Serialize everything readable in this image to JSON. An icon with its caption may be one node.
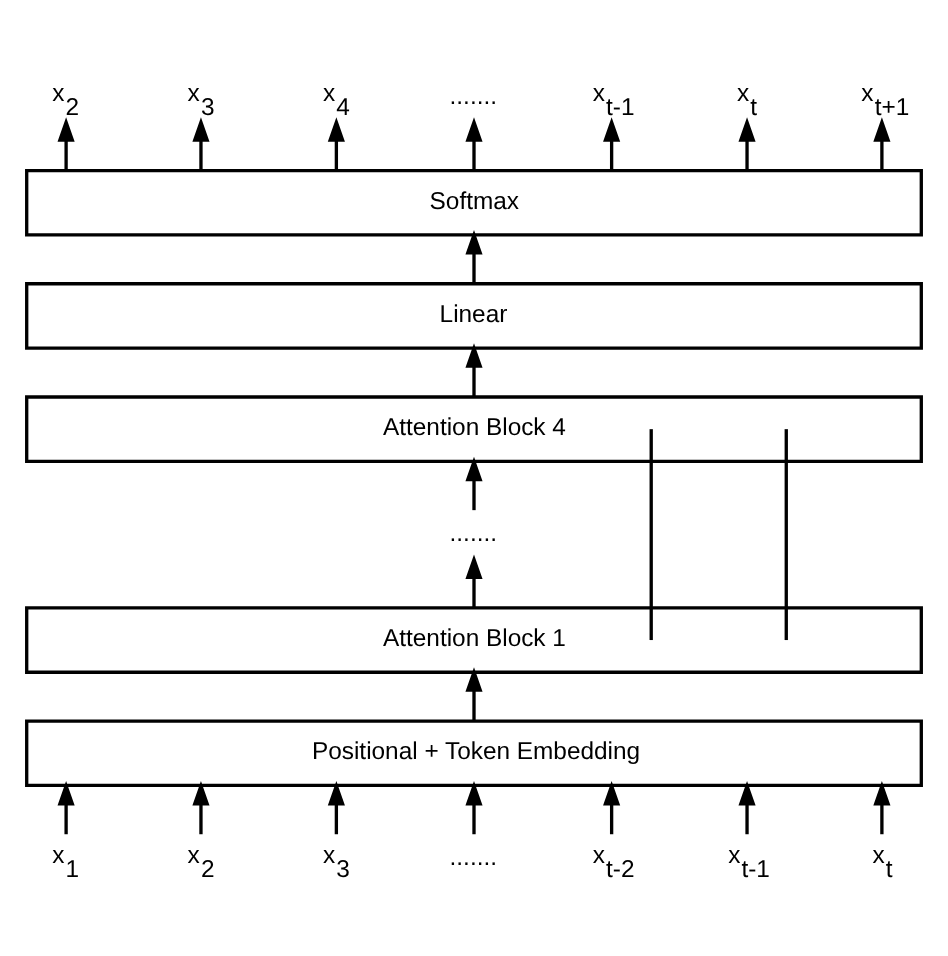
{
  "diagram": {
    "nodes": [
      {
        "text": [
          "x$_{2}$"
        ]
      },
      {
        "text": [
          "x$_{3}$"
        ]
      },
      {
        "text": [
          "x$_{4}$"
        ]
      },
      {
        "text": [
          "......."
        ]
      },
      {
        "text": [
          "x$_{t-1}$"
        ]
      },
      {
        "text": [
          "x$_{t}$"
        ]
      },
      {
        "text": [
          "x$_{t+1}$"
        ]
      },
      {
        "text": [
          "Softmax"
        ]
      },
      {
        "text": [
          "Linear"
        ]
      },
      {
        "text": [
          "Attention Block 4"
        ]
      },
      {
        "text": [
          "......."
        ]
      },
      {
        "text": [
          "Attention Block 1"
        ]
      },
      {
        "text": [
          "Positional + Token Embedding"
        ]
      },
      {
        "text": [
          "x$_{1}$"
        ]
      },
      {
        "text": [
          "x$_{2}$"
        ]
      },
      {
        "text": [
          "x$_{3}$"
        ]
      },
      {
        "text": [
          "......."
        ]
      },
      {
        "text": [
          "x$_{t-2}$"
        ]
      },
      {
        "text": [
          "x$_{t-1}$"
        ]
      },
      {
        "text": [
          "x$_{t}$"
        ]
      }
    ],
    "edges": [
      {
        "from": 7,
        "to": 0,
        "arrow": "to"
      },
      {
        "from": 7,
        "to": 1,
        "arrow": "to"
      },
      {
        "from": 7,
        "to": 2,
        "arrow": "to"
      },
      {
        "from": 7,
        "to": 3,
        "arrow": "to"
      },
      {
        "from": 7,
        "to": 4,
        "arrow": "to"
      },
      {
        "from": 7,
        "to": 5,
        "arrow": "to"
      },
      {
        "from": 7,
        "to": 6,
        "arrow": "to"
      },
      {
        "from": 8,
        "to": 7,
        "arrow": "to"
      },
      {
        "from": 9,
        "to": 8,
        "arrow": "to"
      },
      {
        "from": 10,
        "to": 9,
        "arrow": "to"
      },
      {
        "from": 11,
        "to": 10,
        "arrow": "to"
      },
      {
        "from": 12,
        "to": 11,
        "arrow": "to"
      },
      {
        "from": 13,
        "to": 12,
        "arrow": "to"
      },
      {
        "from": 14,
        "to": 12,
        "arrow": "to"
      },
      {
        "from": 15,
        "to": 12,
        "arrow": "to"
      },
      {
        "from": 16,
        "to": 12,
        "arrow": "to"
      },
      {
        "from": 17,
        "to": 12,
        "arrow": "to"
      },
      {
        "from": 18,
        "to": 12,
        "arrow": "to"
      },
      {
        "from": 19,
        "to": 12,
        "arrow": "to"
      },
      {
        "from": 11,
        "to": 9,
        "arrow": "none"
      },
      {
        "from": 11,
        "to": 9,
        "arrow": "none"
      }
    ]
  }
}
